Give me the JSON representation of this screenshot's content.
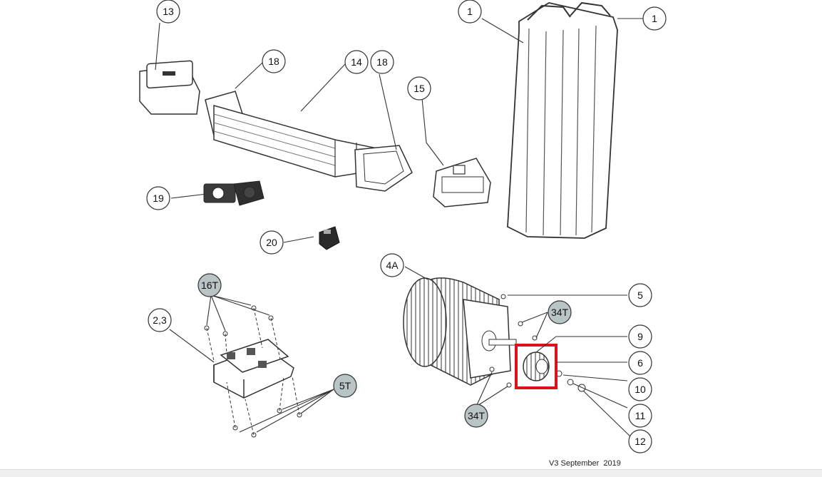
{
  "callouts": {
    "c13": "13",
    "c18a": "18",
    "c14": "14",
    "c18b": "18",
    "c15": "15",
    "c1a": "1",
    "c1b": "1",
    "c19": "19",
    "c20": "20",
    "c4a": "4A",
    "c5": "5",
    "c34ta": "34T",
    "c9": "9",
    "c6": "6",
    "c10": "10",
    "c11": "11",
    "c12": "12",
    "c34tb": "34T",
    "c16t": "16T",
    "c23": "2,3",
    "c5t": "5T"
  },
  "footer": "V3 September  2019",
  "colors": {
    "line": "#333333",
    "badge_fill": "#b9c4c4",
    "highlight": "#e0101a"
  },
  "icons": {
    "highlighted_part": "pulley-6"
  }
}
